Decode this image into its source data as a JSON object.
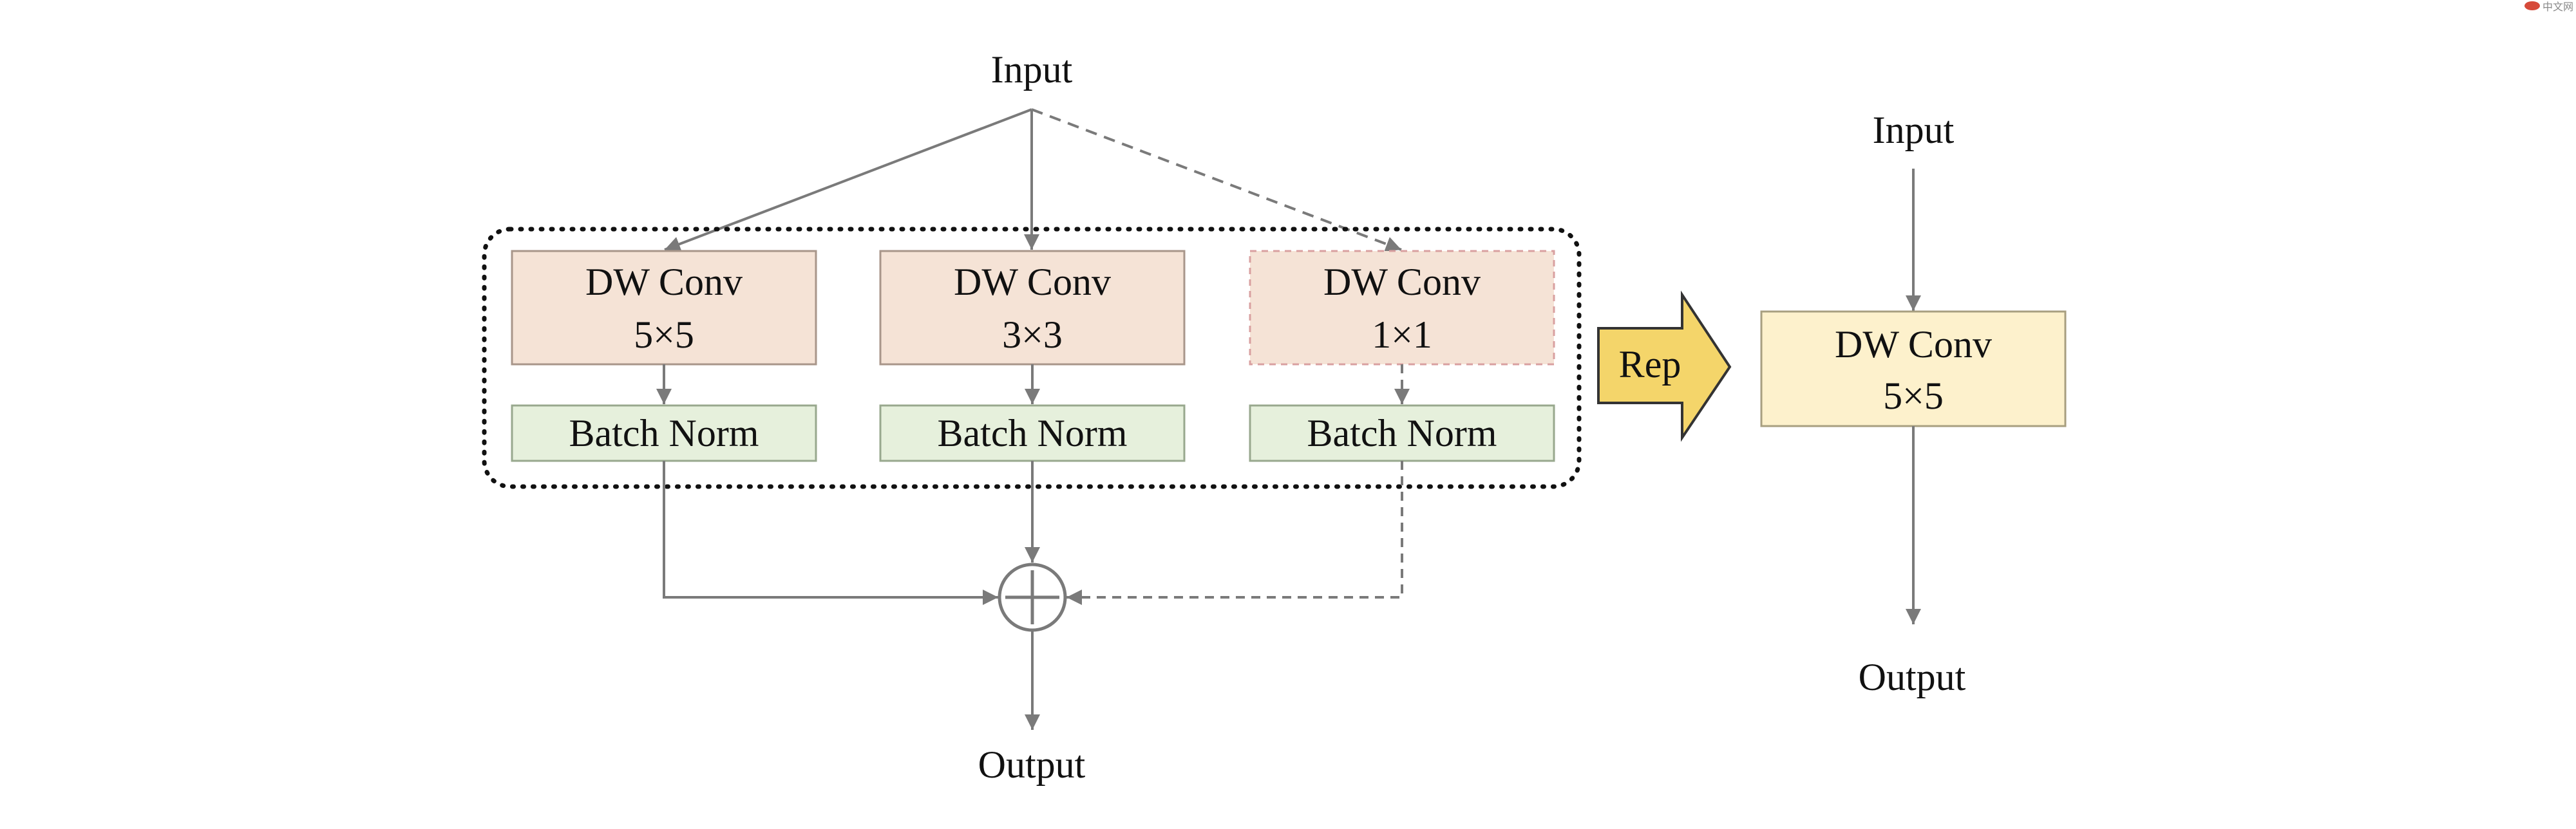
{
  "left": {
    "input_label": "Input",
    "output_label": "Output",
    "branches": [
      {
        "conv_line1": "DW Conv",
        "conv_line2": "5×5",
        "bn_label": "Batch Norm"
      },
      {
        "conv_line1": "DW Conv",
        "conv_line2": "3×3",
        "bn_label": "Batch Norm"
      },
      {
        "conv_line1": "DW Conv",
        "conv_line2": "1×1",
        "bn_label": "Batch Norm"
      }
    ]
  },
  "arrow_label": "Rep",
  "right": {
    "input_label": "Input",
    "conv_line1": "DW Conv",
    "conv_line2": "5×5",
    "output_label": "Output"
  },
  "watermark": "中文网",
  "colors": {
    "conv_fill": "#f5e3d6",
    "conv_stroke": "#a8968a",
    "conv_dashed_stroke": "#d9a0a0",
    "bn_fill": "#e6f0dc",
    "bn_stroke": "#98a88e",
    "rep_arrow_fill": "#f4d56a",
    "rep_arrow_stroke": "#333333",
    "merged_conv_fill": "#fdf1cc",
    "merged_conv_stroke": "#a89f80",
    "line": "#7a7a7a"
  }
}
